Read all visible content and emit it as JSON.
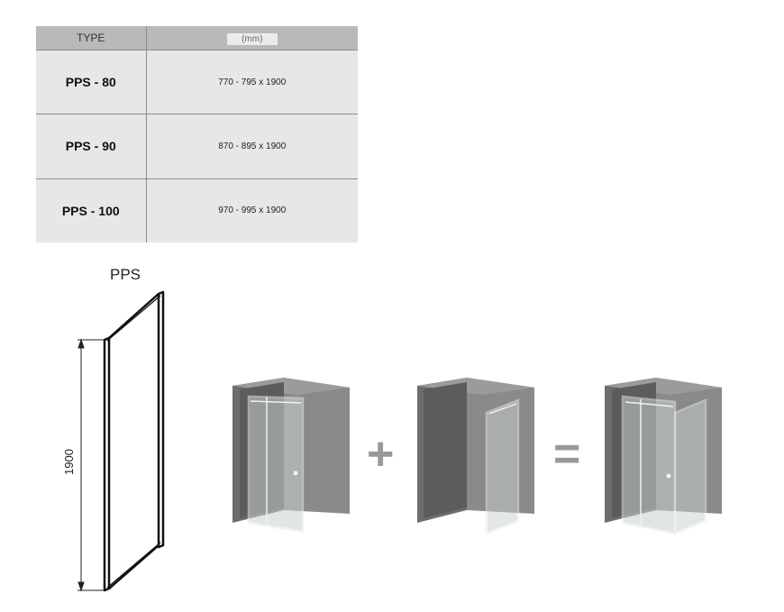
{
  "table": {
    "headers": {
      "type": "TYPE",
      "unit": "(mm)"
    },
    "rows": [
      {
        "type": "PPS - 80",
        "dims": "770 - 795 x 1900"
      },
      {
        "type": "PPS - 90",
        "dims": "870 - 895 x 1900"
      },
      {
        "type": "PPS - 100",
        "dims": "970 - 995 x 1900"
      }
    ]
  },
  "drawing": {
    "title": "PPS",
    "height_label": "1900"
  },
  "equation": {
    "plus": "+",
    "equals": "="
  }
}
